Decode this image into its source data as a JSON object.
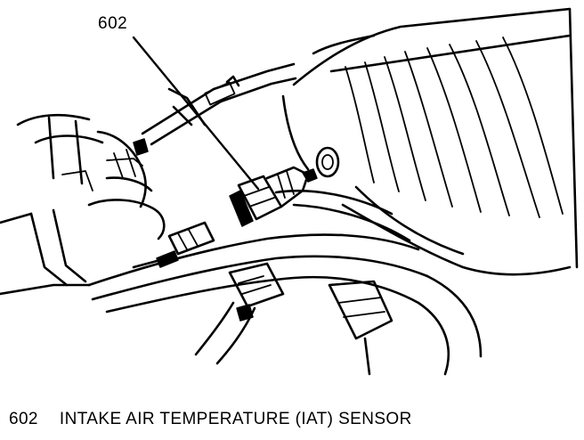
{
  "callout": {
    "number": "602"
  },
  "legend": [
    {
      "number": "602",
      "label": "INTAKE AIR TEMPERATURE (IAT) SENSOR"
    }
  ],
  "colors": {
    "ink": "#000000",
    "background": "#ffffff"
  }
}
